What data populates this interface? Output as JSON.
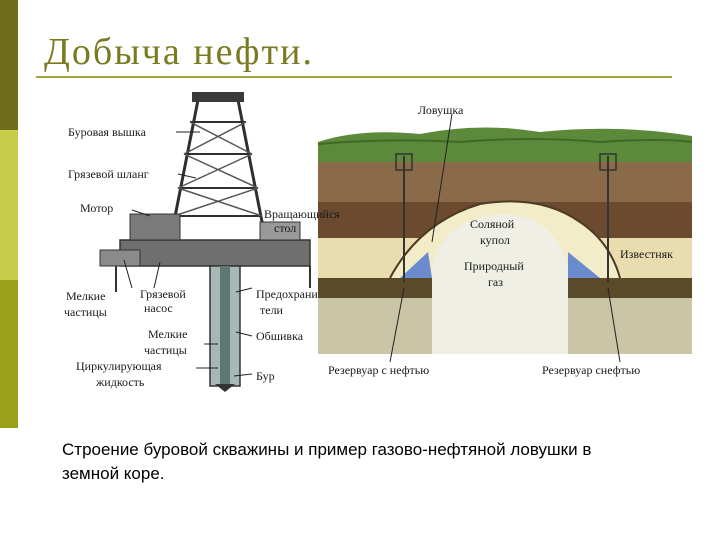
{
  "slide": {
    "title": "Добыча нефти.",
    "caption": "Строение буровой скважины и пример газово-нефтяной ловушки в земной коре."
  },
  "diagram": {
    "rig_labels": {
      "derrick": "Буровая вышка",
      "mud_hose": "Грязевой шланг",
      "motor": "Мотор",
      "rotary_table_1": "Вращающийся",
      "rotary_table_2": "стол",
      "mud_pump_1": "Грязевой",
      "mud_pump_2": "насос",
      "small_particles_left_1": "Мелкие",
      "small_particles_left_2": "частицы",
      "preventers_1": "Предохрани",
      "preventers_2": "тели",
      "small_particles_mid_1": "Мелкие",
      "small_particles_mid_2": "частицы",
      "casing": "Обшивка",
      "circulating_fluid_1": "Циркулирующая",
      "circulating_fluid_2": "жидкость",
      "drill_bit": "Бур"
    },
    "trap_labels": {
      "trap": "Ловушка",
      "salt_dome_1": "Соляной",
      "salt_dome_2": "купол",
      "natural_gas_1": "Природный",
      "natural_gas_2": "газ",
      "limestone": "Известняк",
      "oil_reservoir_left": "Резервуар с нефтью",
      "oil_reservoir_right": "Резервуар снефтью"
    }
  }
}
